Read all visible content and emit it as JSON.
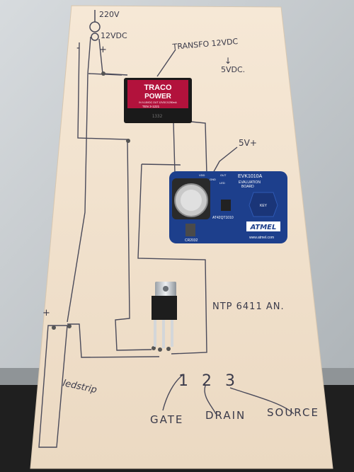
{
  "labels": {
    "v220": "220V",
    "v12": "12VDC",
    "minus": "-",
    "plus": "+",
    "transfo": "TRANSFO 12VDC",
    "arrow": "↓",
    "v5": "5VDC.",
    "v5plus": "5V+",
    "ntp": "NTP 6411 AN.",
    "plus2": "+",
    "ledstrip": "ledstrip",
    "pins": "1 2 3",
    "gate": "GATE",
    "drain": "DRAIN",
    "source": "SOURCE"
  },
  "traco": {
    "brand1": "TRACO",
    "brand2": "POWER",
    "spec": "IN 9-18VDC OUT 12VDC/1250mA",
    "model": "TEN 3-1221",
    "code": "1332"
  },
  "board": {
    "name": "EVK1010A",
    "sub1": "EVALUATION",
    "sub2": "BOARD",
    "key": "KEY",
    "chip": "AT42QT1010",
    "vdd": "VDD",
    "out": "OUT",
    "gnd": "GND",
    "led": "LED",
    "brand": "ATMEL",
    "url": "www.atmel.com",
    "battery": "CR2032"
  },
  "colors": {
    "paper": "#f1e2cf",
    "wall": "#c9ced2",
    "pcb": "#1d3f8c",
    "traco": "#b2123c",
    "ink": "#3a3a4a"
  }
}
